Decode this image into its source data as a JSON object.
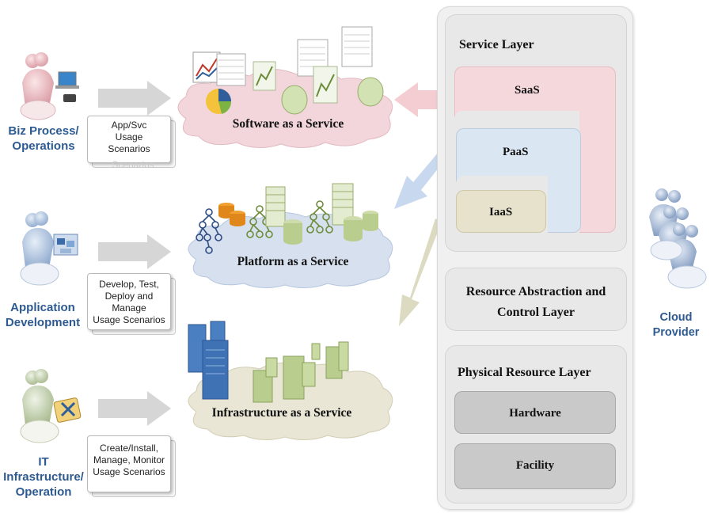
{
  "actors": [
    {
      "id": "biz",
      "label_line1": "Biz Process/",
      "label_line2": "Operations",
      "scenario_lines": [
        "App/Svc",
        "Usage",
        "Scenarios"
      ],
      "scenario_back_text": "Scenarios"
    },
    {
      "id": "app",
      "label_line1": "Application",
      "label_line2": "Development",
      "scenario_lines": [
        "Develop, Test,",
        "Deploy and Manage",
        "Usage Scenarios"
      ]
    },
    {
      "id": "it",
      "label_line1": "IT Infrastructure/",
      "label_line2": "Operation",
      "scenario_lines": [
        "Create/Install,",
        "Manage, Monitor",
        "Usage Scenarios"
      ]
    }
  ],
  "clouds": {
    "saas": "Software as a Service",
    "paas": "Platform as a Service",
    "iaas": "Infrastructure as a Service"
  },
  "provider_stack": {
    "service_layer": {
      "title": "Service Layer",
      "saas": "SaaS",
      "paas": "PaaS",
      "iaas": "IaaS"
    },
    "resource_abstraction": {
      "line1": "Resource Abstraction and",
      "line2": "Control Layer"
    },
    "physical": {
      "title": "Physical Resource Layer",
      "hardware": "Hardware",
      "facility": "Facility"
    }
  },
  "cloud_provider_label": "Cloud Provider",
  "colors": {
    "actor_blue": "#2d5a91",
    "saas_pink": "#f5d8dc",
    "paas_blue": "#dbe6f3",
    "iaas_tan": "#e7e2cc",
    "arrow_gray": "#d6d6d6",
    "arrow_pink": "#f3cdd2",
    "arrow_blue": "#c8d8ee",
    "arrow_tan": "#dcdbc2",
    "cloud_pink": "#f3d6dc",
    "cloud_blue": "#d7e0ee",
    "cloud_tan": "#e9e6d6"
  }
}
